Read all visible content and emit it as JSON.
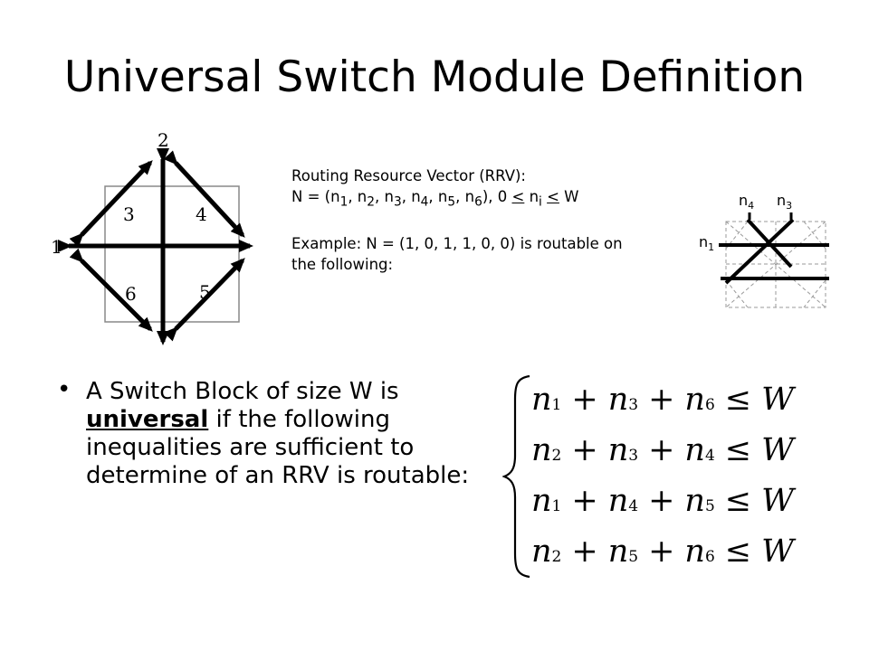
{
  "slide": {
    "title": "Universal Switch Module Definition"
  },
  "switch_diagram": {
    "labels": [
      "1",
      "2",
      "3",
      "4",
      "5",
      "6"
    ]
  },
  "rrv": {
    "line1": "Routing Resource Vector (RRV):",
    "line2_prefix": "N = (n",
    "line2_parts": [
      "1",
      ", n",
      "2",
      ", n",
      "3",
      ", n",
      "4",
      ", n",
      "5",
      ", n",
      "6",
      "), 0 ",
      "<",
      " n",
      "i",
      " ",
      "<",
      " W"
    ],
    "line3": "Example: N = (1, 0, 1, 1, 0, 0) is routable on",
    "line4": "the following:"
  },
  "example_diagram": {
    "label_n4": "n",
    "sub_n4": "4",
    "label_n3": "n",
    "sub_n3": "3",
    "label_n1": "n",
    "sub_n1": "1"
  },
  "bullet": {
    "text_before": "A Switch Block of size W is ",
    "keyword": "universal",
    "text_after": " if the following inequalities are sufficient to determine of an RRV is routable:"
  },
  "inequalities": [
    {
      "terms": [
        "1",
        "3",
        "6"
      ],
      "rhs": "W"
    },
    {
      "terms": [
        "2",
        "3",
        "4"
      ],
      "rhs": "W"
    },
    {
      "terms": [
        "1",
        "4",
        "5"
      ],
      "rhs": "W"
    },
    {
      "terms": [
        "2",
        "5",
        "6"
      ],
      "rhs": "W"
    }
  ],
  "symbols": {
    "var": "n",
    "plus": "+",
    "leq": "≤"
  }
}
